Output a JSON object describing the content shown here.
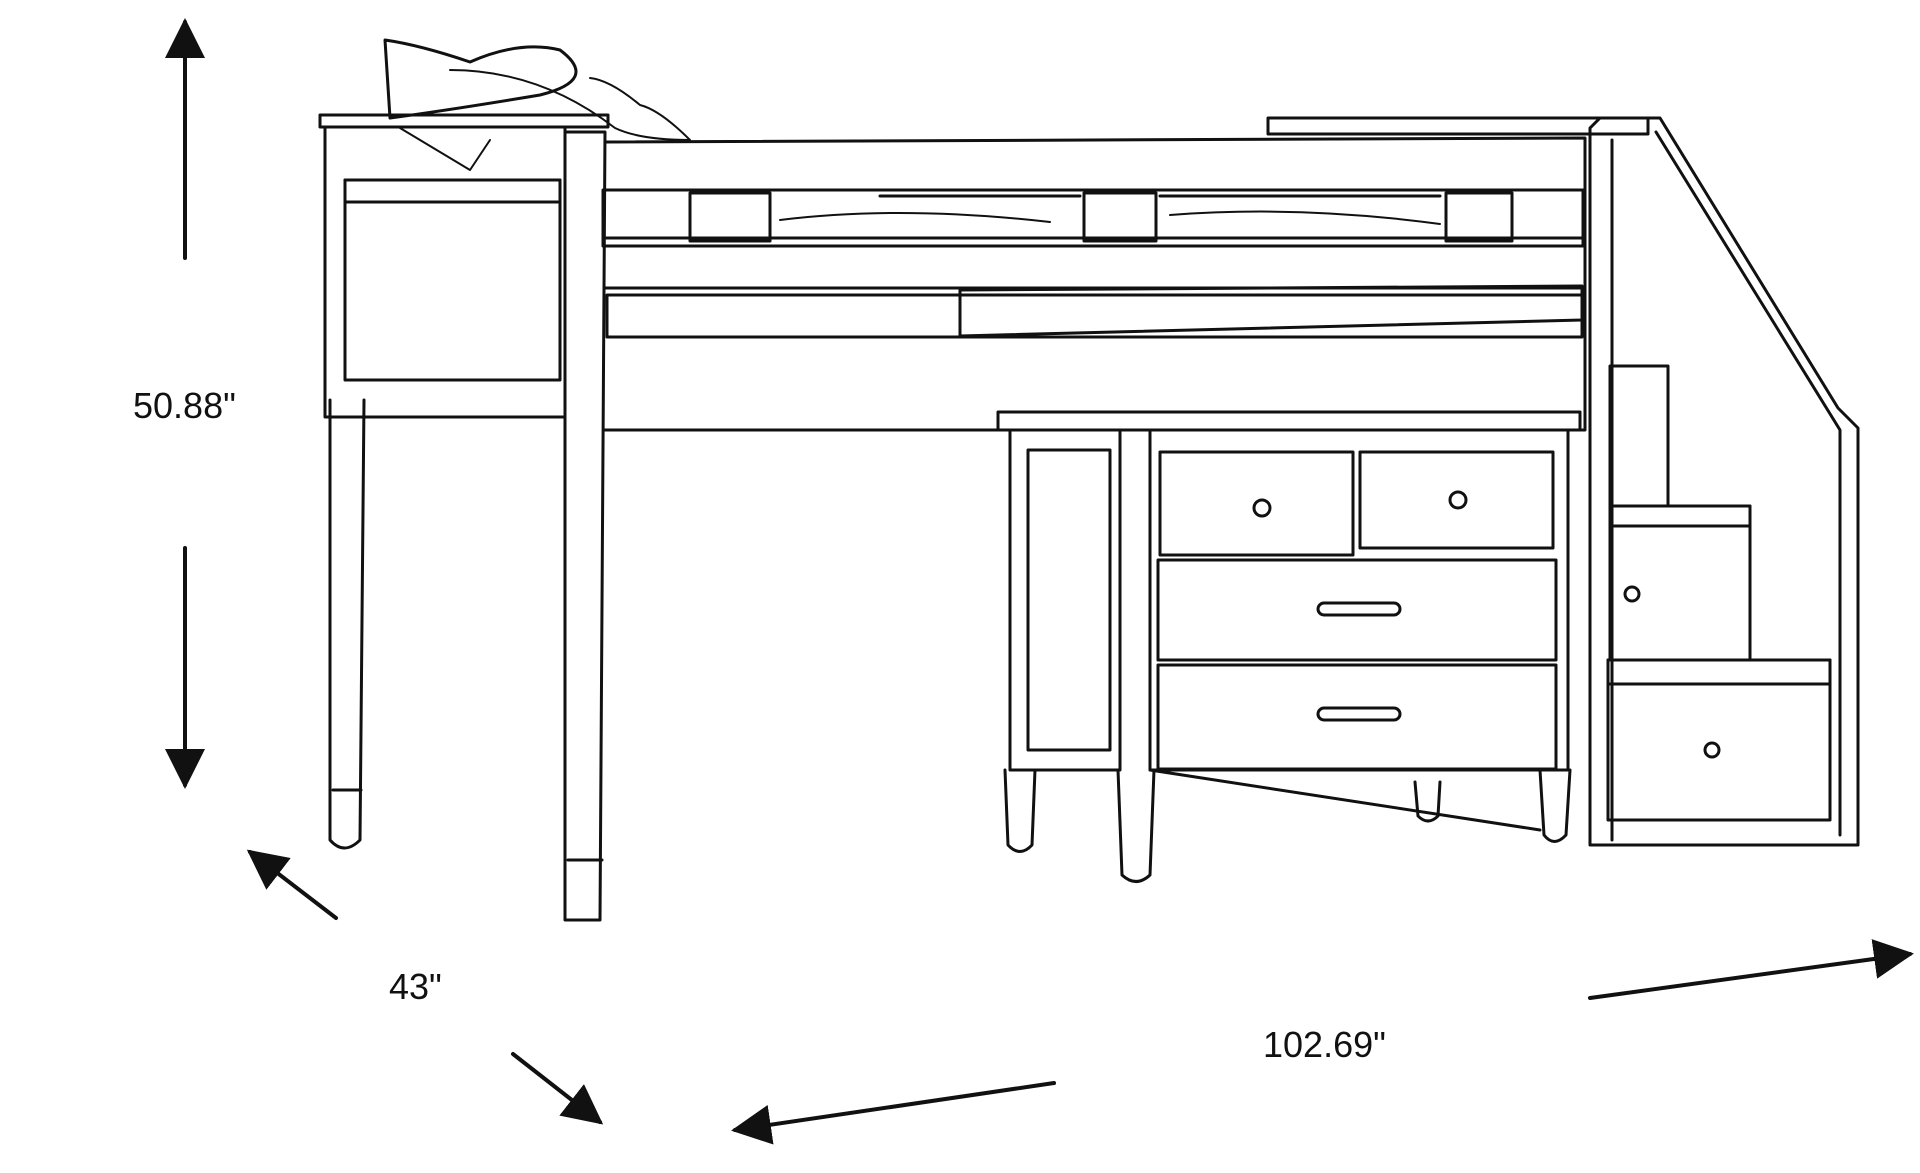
{
  "dimensions": {
    "height": "50.88\"",
    "depth": "43\"",
    "width": "102.69\""
  },
  "colors": {
    "line": "#111111",
    "background": "#ffffff"
  }
}
